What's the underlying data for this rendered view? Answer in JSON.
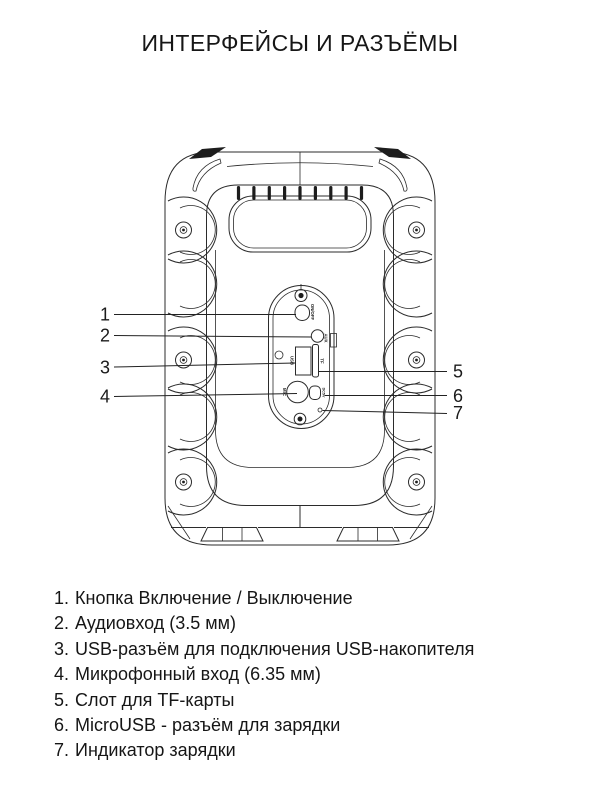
{
  "page": {
    "title": "ИНТЕРФЕЙСЫ И РАЗЪЁМЫ"
  },
  "diagram": {
    "callout_numbers": [
      "1",
      "2",
      "3",
      "4",
      "5",
      "6",
      "7"
    ],
    "port_labels": {
      "power": "ON/OFF",
      "aux": "AUX",
      "usb": "USB",
      "tf": "TF",
      "mic": "MIC",
      "charge": "DC5V"
    }
  },
  "legend": {
    "items": [
      {
        "num": "1.",
        "text": "Кнопка Включение / Выключение"
      },
      {
        "num": "2.",
        "text": "Аудиовход (3.5 мм)"
      },
      {
        "num": "3.",
        "text": "USB-разъём для подключения USB-накопителя"
      },
      {
        "num": "4.",
        "text": "Микрофонный вход (6.35 мм)"
      },
      {
        "num": "5.",
        "text": "Слот для TF-карты"
      },
      {
        "num": "6.",
        "text": "MicroUSB - разъём для зарядки"
      },
      {
        "num": "7.",
        "text": "Индикатор зарядки"
      }
    ]
  }
}
